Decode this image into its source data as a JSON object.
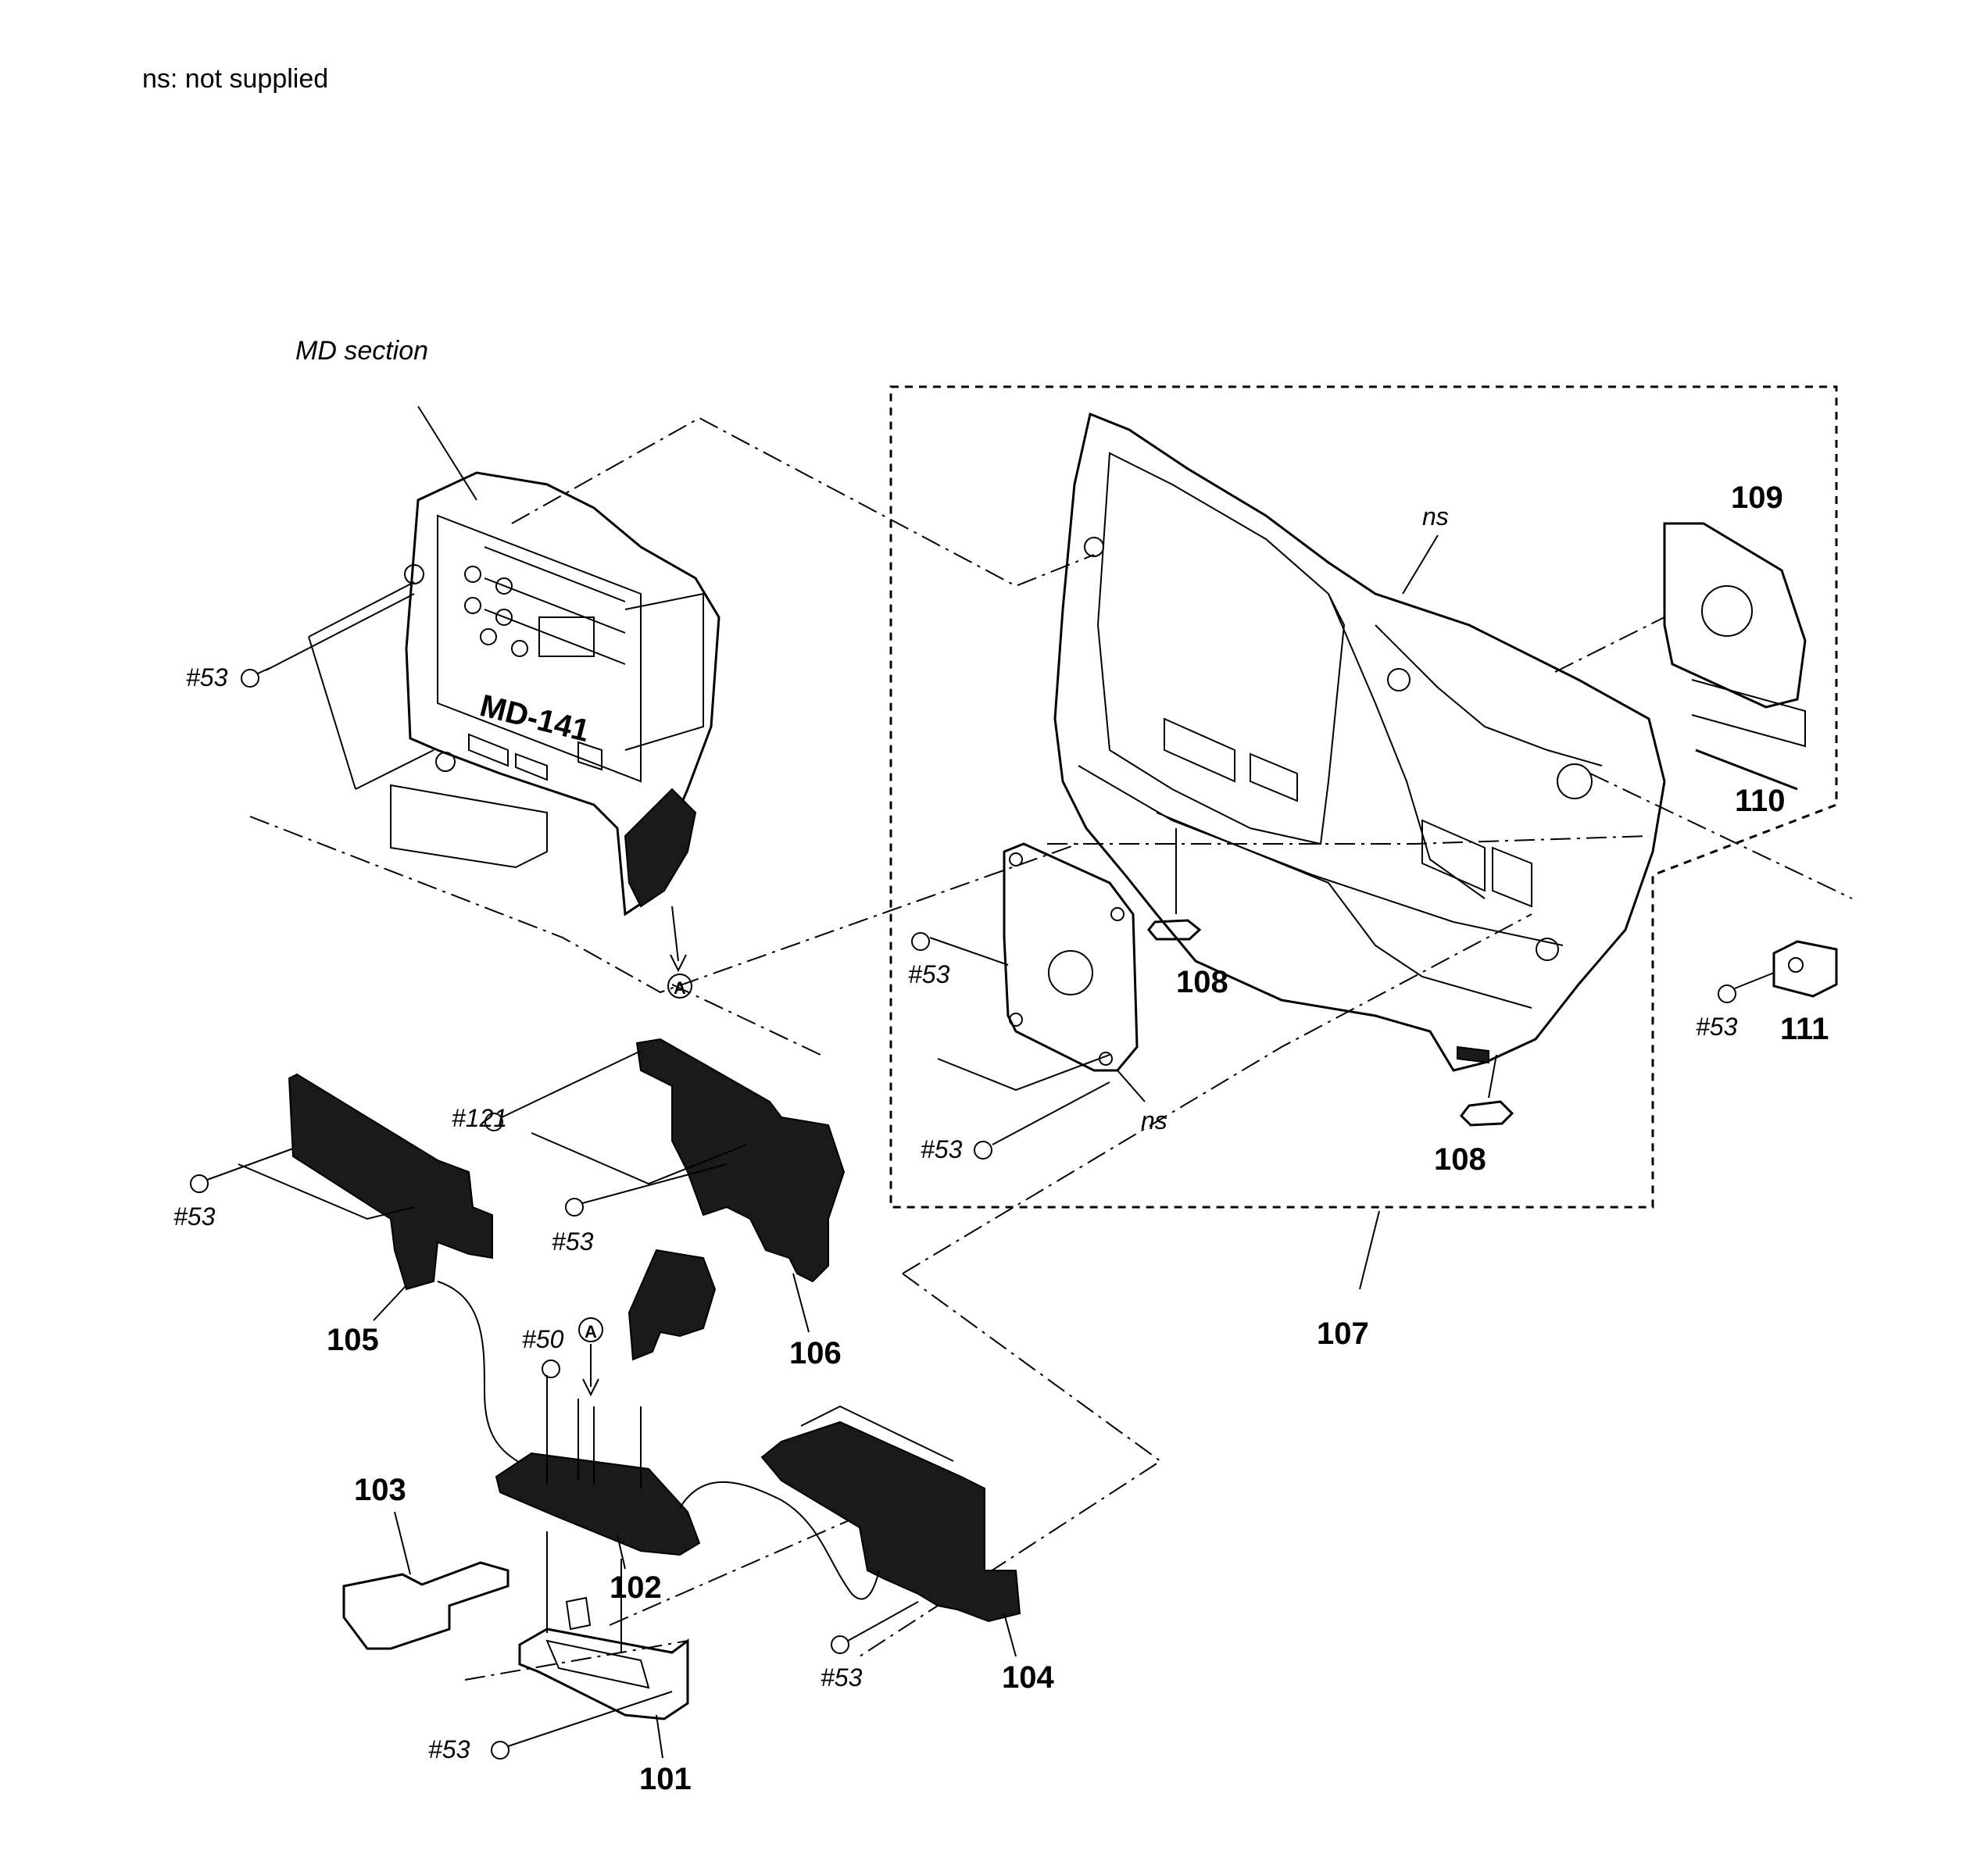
{
  "note": "ns: not supplied",
  "section_label": "MD section",
  "board_label": "MD-141",
  "ns_label": "ns",
  "part_numbers": [
    "101",
    "102",
    "103",
    "104",
    "105",
    "106",
    "107",
    "108",
    "109",
    "110",
    "111"
  ],
  "screws": {
    "s53": "#53",
    "s121": "#121",
    "s50": "#50"
  },
  "connector_marker": "A"
}
